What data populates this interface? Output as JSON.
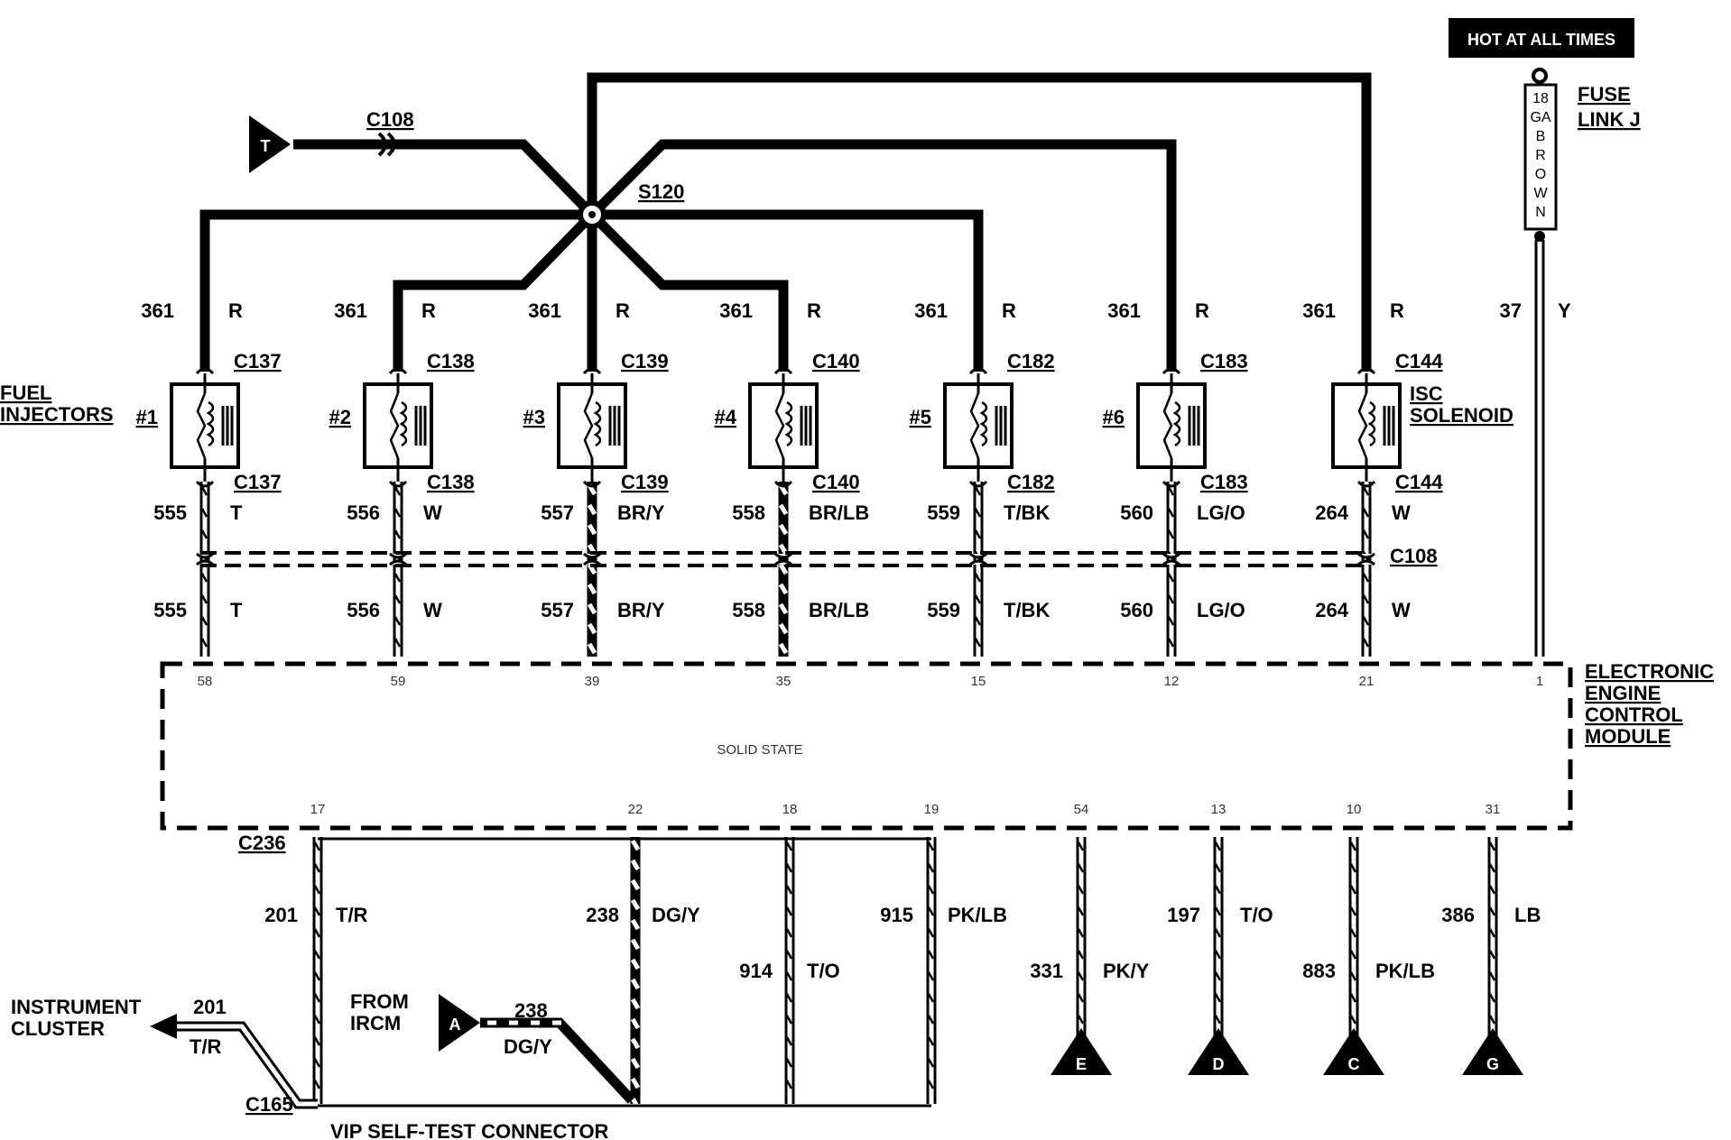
{
  "header": {
    "hot_badge": "HOT AT ALL TIMES",
    "fuse_label_1": "FUSE",
    "fuse_label_2": "LINK J",
    "fuse_wire_text": [
      "18",
      "GA",
      "B",
      "R",
      "O",
      "W",
      "N"
    ]
  },
  "splice": {
    "name": "S120"
  },
  "top_connector": {
    "name": "C108",
    "terminal": "T"
  },
  "injectors_label": {
    "line1": "FUEL",
    "line2": "INJECTORS"
  },
  "isc_label": {
    "line1": "ISC",
    "line2": "SOLENOID"
  },
  "ecm_label": {
    "line1": "ELECTRONIC",
    "line2": "ENGINE",
    "line3": "CONTROL",
    "line4": "MODULE"
  },
  "ecm_inner": "SOLID STATE",
  "inline_connector": "C108",
  "components": [
    {
      "tag": "#1",
      "conn": "C137",
      "circuit_top": "361",
      "color_top": "R",
      "circuit": "555",
      "color": "T",
      "pin": "58"
    },
    {
      "tag": "#2",
      "conn": "C138",
      "circuit_top": "361",
      "color_top": "R",
      "circuit": "556",
      "color": "W",
      "pin": "59"
    },
    {
      "tag": "#3",
      "conn": "C139",
      "circuit_top": "361",
      "color_top": "R",
      "circuit": "557",
      "color": "BR/Y",
      "pin": "39"
    },
    {
      "tag": "#4",
      "conn": "C140",
      "circuit_top": "361",
      "color_top": "R",
      "circuit": "558",
      "color": "BR/LB",
      "pin": "35"
    },
    {
      "tag": "#5",
      "conn": "C182",
      "circuit_top": "361",
      "color_top": "R",
      "circuit": "559",
      "color": "T/BK",
      "pin": "15"
    },
    {
      "tag": "#6",
      "conn": "C183",
      "circuit_top": "361",
      "color_top": "R",
      "circuit": "560",
      "color": "LG/O",
      "pin": "12"
    },
    {
      "tag": "",
      "conn": "C144",
      "circuit_top": "361",
      "color_top": "R",
      "circuit": "264",
      "color": "W",
      "pin": "21"
    }
  ],
  "power_wire": {
    "circuit": "37",
    "color": "Y",
    "pin": "1"
  },
  "bottom": {
    "c236": "C236",
    "c165": "C165",
    "vip": "VIP SELF-TEST CONNECTOR",
    "instrument": {
      "line1": "INSTRUMENT",
      "line2": "CLUSTER",
      "circuit": "201",
      "color": "T/R"
    },
    "ircm": {
      "line1": "FROM",
      "line2": "IRCM",
      "terminal": "A",
      "circuit": "238",
      "color": "DG/Y"
    },
    "wires": [
      {
        "pin": "17",
        "circuit": "201",
        "color": "T/R"
      },
      {
        "pin": "22",
        "circuit": "238",
        "color": "DG/Y"
      },
      {
        "pin": "18",
        "circuit": "914",
        "color": "T/O"
      },
      {
        "pin": "19",
        "circuit": "915",
        "color": "PK/LB"
      },
      {
        "pin": "54",
        "circuit": "331",
        "color": "PK/Y",
        "terminal": "E"
      },
      {
        "pin": "13",
        "circuit": "197",
        "color": "T/O",
        "terminal": "D"
      },
      {
        "pin": "10",
        "circuit": "883",
        "color": "PK/LB",
        "terminal": "C"
      },
      {
        "pin": "31",
        "circuit": "386",
        "color": "LB",
        "terminal": "G"
      }
    ]
  }
}
